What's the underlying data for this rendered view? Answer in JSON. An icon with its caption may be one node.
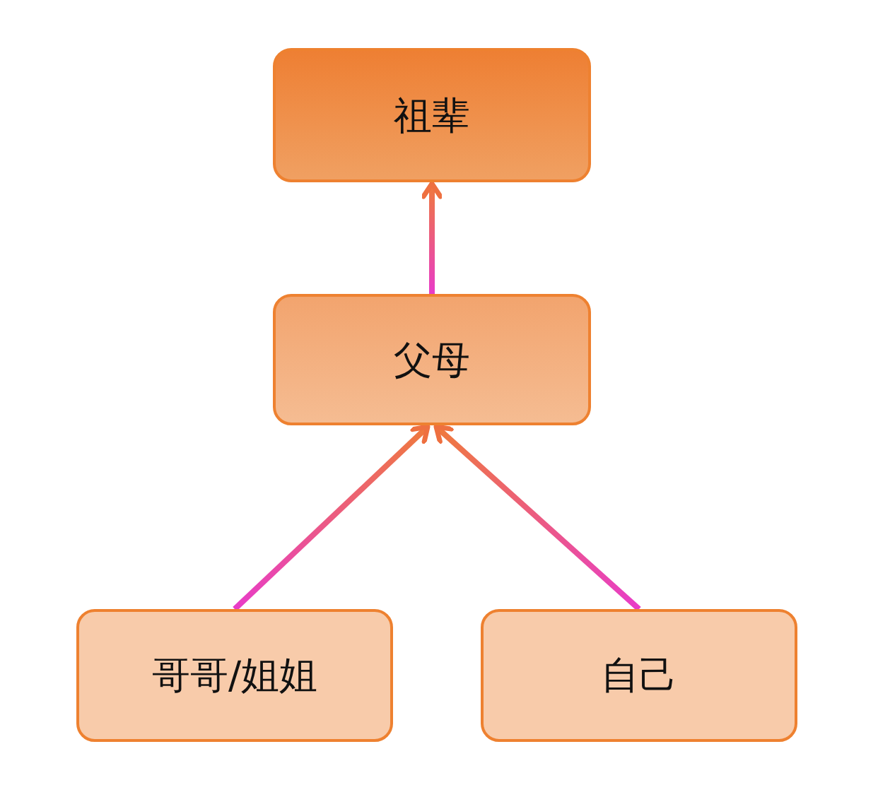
{
  "diagram": {
    "nodes": [
      {
        "text": [
          "祖辈"
        ]
      },
      {
        "text": [
          "父母"
        ]
      },
      {
        "text": [
          "哥哥/姐姐"
        ]
      },
      {
        "text": [
          "自己"
        ]
      }
    ],
    "edges": [
      {
        "from": 1,
        "to": 0,
        "arrow": "to"
      },
      {
        "from": 2,
        "to": 1,
        "arrow": "to"
      },
      {
        "from": 3,
        "to": 1,
        "arrow": "to"
      }
    ]
  }
}
